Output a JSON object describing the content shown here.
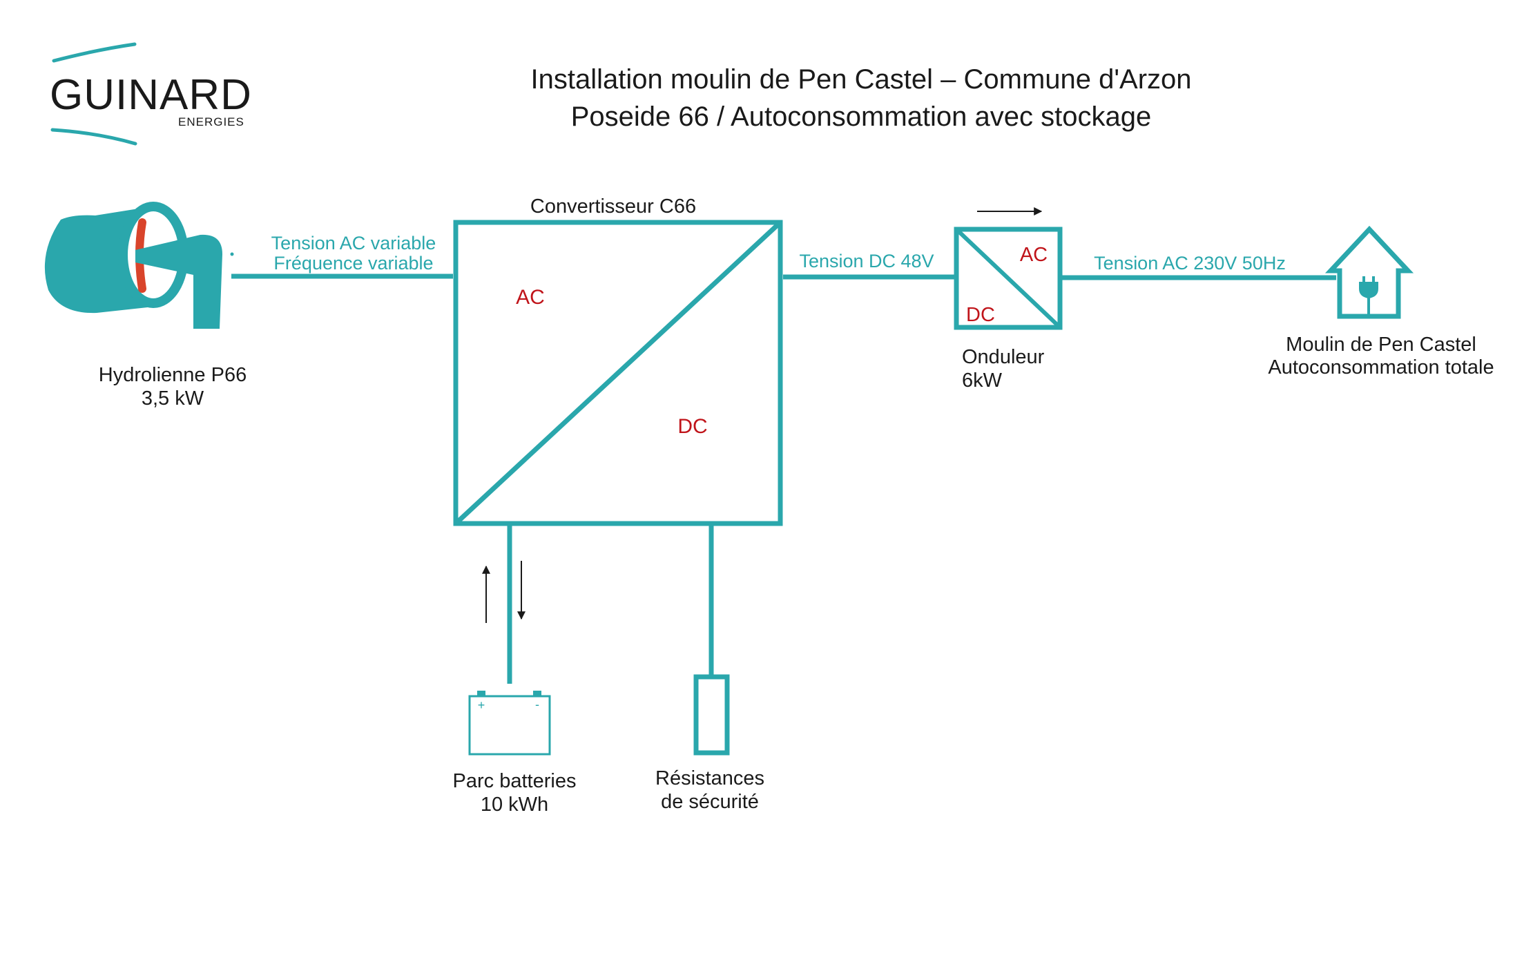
{
  "logo": {
    "name": "GUINARD",
    "subtitle": "ENERGIES"
  },
  "title": {
    "line1": "Installation moulin de Pen Castel – Commune d'Arzon",
    "line2": "Poseide 66 / Autoconsommation avec stockage"
  },
  "turbine": {
    "name": "Hydrolienne P66",
    "power": "3,5 kW",
    "icon": "tidal-turbine-icon"
  },
  "link_turbine_converter": {
    "line1": "Tension AC variable",
    "line2": "Fréquence variable"
  },
  "converter": {
    "name": "Convertisseur C66",
    "ac_label": "AC",
    "dc_label": "DC"
  },
  "link_converter_inverter": {
    "label": "Tension DC 48V"
  },
  "inverter": {
    "name": "Onduleur",
    "power": "6kW",
    "ac_label": "AC",
    "dc_label": "DC"
  },
  "link_inverter_house": {
    "label": "Tension AC 230V 50Hz"
  },
  "house": {
    "line1": "Moulin de Pen Castel",
    "line2": "Autoconsommation totale",
    "icon": "house-plug-icon"
  },
  "battery": {
    "line1": "Parc batteries",
    "line2": "10 kWh",
    "plus": "+",
    "minus": "-",
    "icon": "battery-icon"
  },
  "resistor": {
    "line1": "Résistances",
    "line2": "de sécurité",
    "icon": "resistor-icon"
  },
  "colors": {
    "teal": "#2aa7ac",
    "red": "#c0141a",
    "text": "#1a1a1a"
  }
}
